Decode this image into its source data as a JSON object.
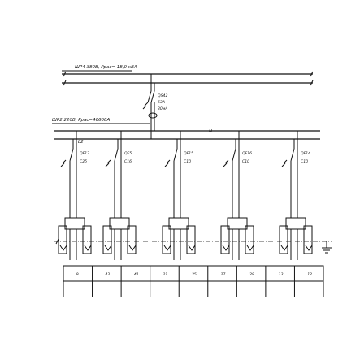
{
  "panel_top_label": "ШР4 380В, Pрас= 18,0 кВА",
  "panel_sub_label": "ШР2 220В, Pрас=46608A",
  "main_breaker": {
    "line1": "QS42",
    "line2": "63A",
    "line3": "30мА"
  },
  "bus_n": "N",
  "bus_l": "L2",
  "feeders": [
    {
      "id": "QF13",
      "rating": "C25"
    },
    {
      "id": "QF5",
      "rating": "C16"
    },
    {
      "id": "QF15",
      "rating": "C10"
    },
    {
      "id": "QF16",
      "rating": "C10"
    },
    {
      "id": "QF14",
      "rating": "C10"
    }
  ],
  "table_cells": [
    "9",
    "43",
    "41",
    "21",
    "25",
    "27",
    "28",
    "13",
    "12"
  ]
}
